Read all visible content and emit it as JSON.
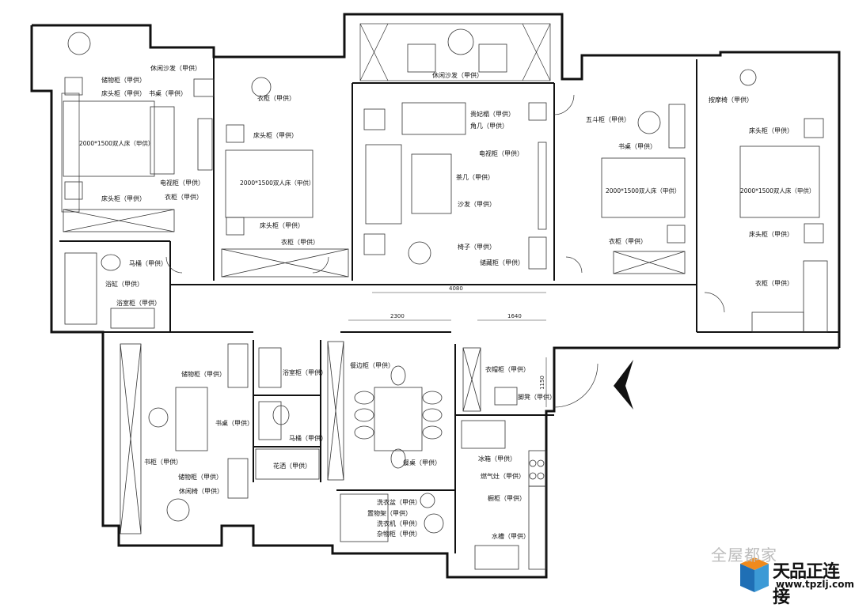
{
  "labels": {
    "leisure_sofa_1": "休闲沙发（甲供）",
    "storage_cab_1": "储物柜（甲供）",
    "bedside_1a": "床头柜（甲供）",
    "desk_1": "书桌（甲供）",
    "bed_1": "2000*1500双人床（甲供）",
    "tv_cab_1": "电视柜（甲供）",
    "bedside_1b": "床头柜（甲供）",
    "wardrobe_1": "衣柜（甲供）",
    "toilet_1": "马桶（甲供）",
    "bathtub": "浴缸（甲供）",
    "vanity_1": "浴室柜（甲供）",
    "wardrobe_2a": "衣柜（甲供）",
    "bedside_2a": "床头柜（甲供）",
    "bed_2": "2000*1500双人床（甲供）",
    "bedside_2b": "床头柜（甲供）",
    "wardrobe_2b": "衣柜（甲供）",
    "leisure_sofa_2": "休闲沙发（甲供）",
    "chaise": "贵妃榻（甲供）",
    "corner_table": "角几（甲供）",
    "tv_cab_living": "电视柜（甲供）",
    "tea_table": "茶几（甲供）",
    "sofa": "沙发（甲供）",
    "chair": "椅子（甲供）",
    "storage_cab_living": "储藏柜（甲供）",
    "chest_cab": "五斗柜（甲供）",
    "desk_3": "书桌（甲供）",
    "bed_3": "2000*1500双人床（甲供）",
    "wardrobe_3": "衣柜（甲供）",
    "massage_chair": "按摩椅（甲供）",
    "bedside_4a": "床头柜（甲供）",
    "bed_4": "2000*1500双人床（甲供）",
    "bedside_4b": "床头柜（甲供）",
    "wardrobe_4": "衣柜（甲供）",
    "storage_study_a": "储物柜（甲供）",
    "desk_study": "书桌（甲供）",
    "bookcase": "书柜（甲供）",
    "storage_study_b": "储物柜（甲供）",
    "leisure_chair": "休闲椅（甲供）",
    "vanity_2": "浴室柜（甲供）",
    "toilet_2": "马桶（甲供）",
    "shower": "花洒（甲供）",
    "sideboard": "餐边柜（甲供）",
    "dining_table": "餐桌（甲供）",
    "wash_basin": "洗衣盆（甲供）",
    "rack": "置物架（甲供）",
    "washer": "洗衣机（甲供）",
    "utility_cab": "杂物柜（甲供）",
    "shoe_cab": "衣帽柜（甲供）",
    "stool": "脚凳（甲供）",
    "fridge": "冰箱（甲供）",
    "gas_stove": "燃气灶（甲供）",
    "cupboard": "橱柜（甲供）",
    "sink": "水槽（甲供）"
  },
  "dimensions": {
    "living_width": "4080",
    "dining_width": "2300",
    "foyer_width": "1640",
    "door_width": "1150"
  },
  "watermark": "全屋都家",
  "brand": {
    "title": "天品正连接",
    "url": "www.tpzlj.com"
  },
  "colors": {
    "wall": "#111111",
    "line": "#333333",
    "logo_orange": "#f08a1c",
    "logo_blue": "#1f6fb5"
  }
}
